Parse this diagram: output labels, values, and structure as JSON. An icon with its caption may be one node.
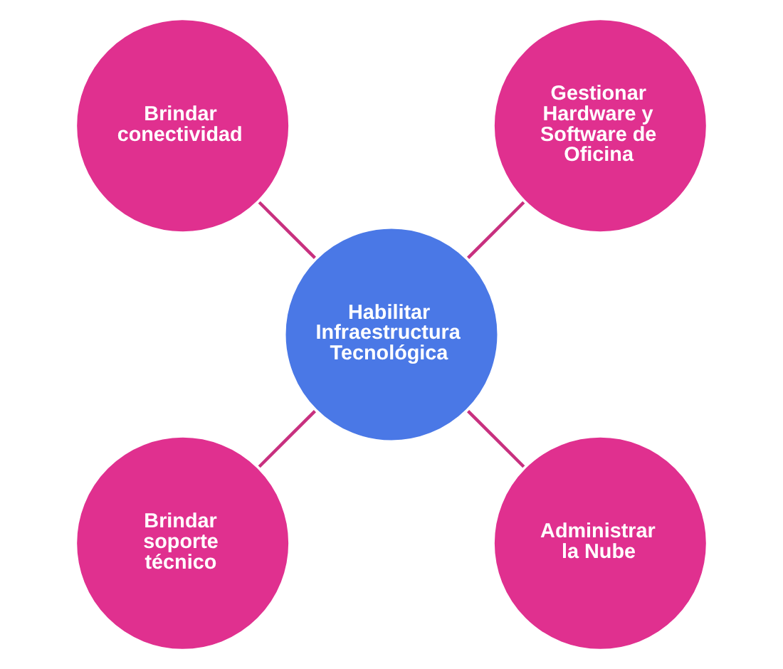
{
  "diagram": {
    "nodes": [
      {
        "text": [
          "Habilitar Infraestructura Tecnológica"
        ]
      },
      {
        "text": [
          "Gestionar Hardware y Software de Oficina"
        ]
      },
      {
        "text": [
          "Brindar conectividad"
        ]
      },
      {
        "text": [
          "Brindar soporte técnico"
        ]
      },
      {
        "text": [
          "Administrar la Nube"
        ]
      }
    ],
    "edges": [
      {
        "from": 0,
        "to": 1,
        "arrow": "none"
      },
      {
        "from": 0,
        "to": 2,
        "arrow": "none"
      },
      {
        "from": 0,
        "to": 3,
        "arrow": "none"
      },
      {
        "from": 0,
        "to": 4,
        "arrow": "none"
      }
    ]
  }
}
